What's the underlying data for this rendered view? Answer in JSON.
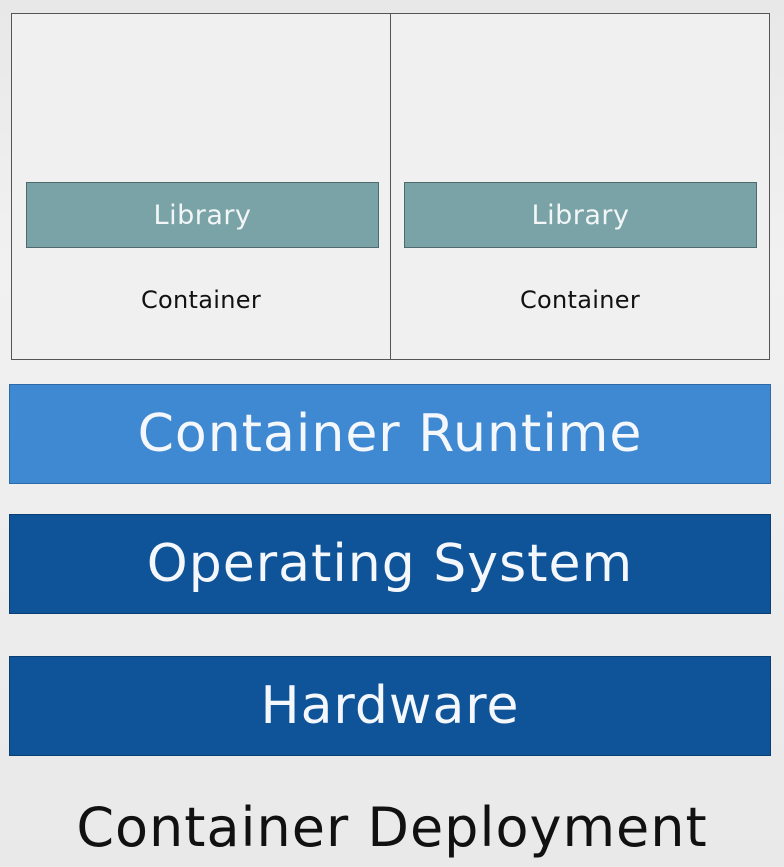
{
  "containers": [
    {
      "library_label": "Library",
      "container_label": "Container"
    },
    {
      "library_label": "Library",
      "container_label": "Container"
    }
  ],
  "layers": {
    "runtime": "Container Runtime",
    "os": "Operating System",
    "hardware": "Hardware"
  },
  "caption": "Container Deployment",
  "colors": {
    "library": "#7aa3a8",
    "runtime": "#3f88d2",
    "os": "#0f5498",
    "hardware": "#0f5498",
    "background": "#ececec"
  }
}
